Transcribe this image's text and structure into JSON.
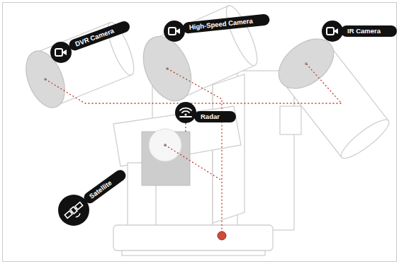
{
  "diagram": {
    "nodes": [
      {
        "text": [
          "DVR Camera"
        ]
      },
      {
        "text": [
          "High-Speed Camera"
        ]
      },
      {
        "text": [
          "IR Camera"
        ]
      },
      {
        "text": [
          "Radar"
        ]
      },
      {
        "text": [
          "Satellite"
        ]
      }
    ]
  }
}
